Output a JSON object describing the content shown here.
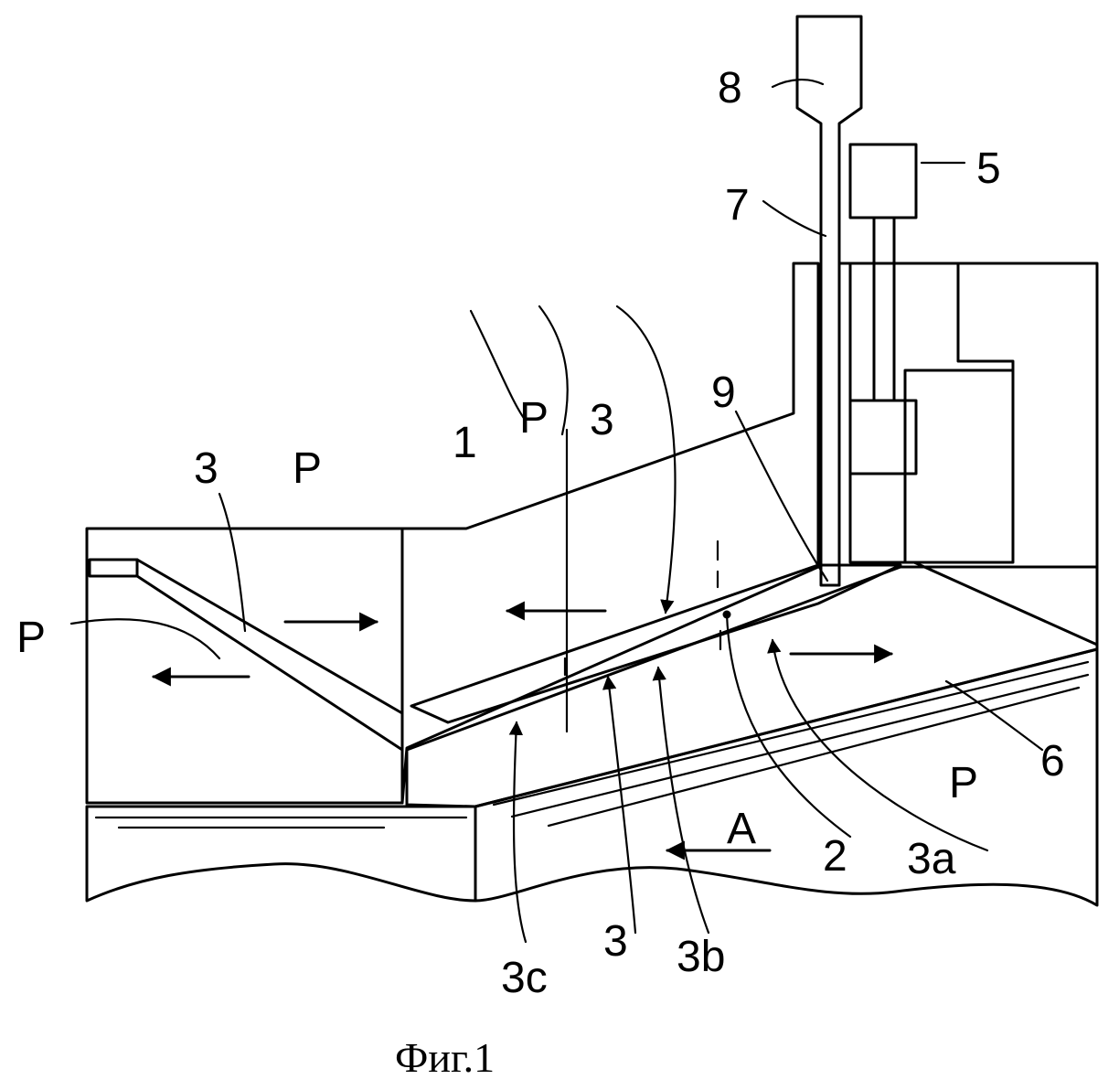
{
  "labels": {
    "l8": "8",
    "l5": "5",
    "l7": "7",
    "l9": "9",
    "l1": "1",
    "l3_left": "3",
    "l3_mid": "3",
    "l3_bottom": "3",
    "p_top_left": "P",
    "p_left": "P",
    "p_mid": "P",
    "p_right": "P",
    "l6": "6",
    "l2": "2",
    "l3a": "3a",
    "l3b": "3b",
    "l3c": "3c",
    "arrow_a": "A"
  },
  "caption": "Фиг.1",
  "colors": {
    "ink": "#000000",
    "paper": "#ffffff"
  }
}
